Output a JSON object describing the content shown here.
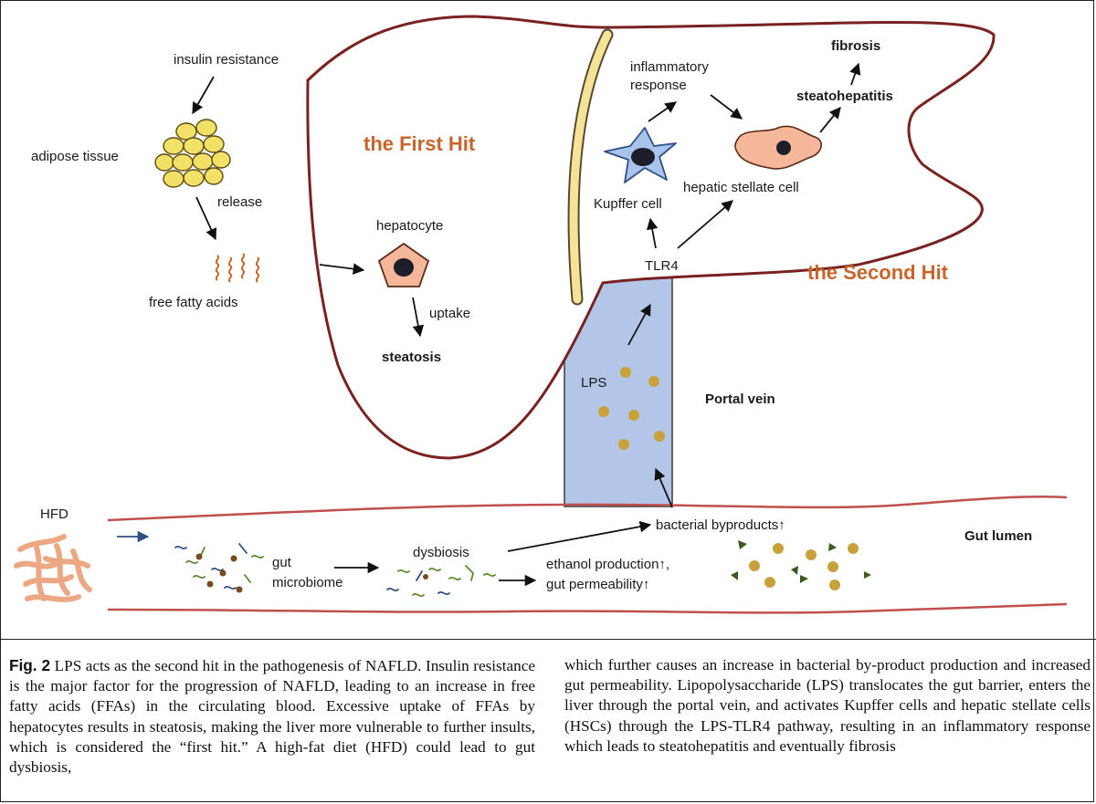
{
  "diagram": {
    "insulin_resistance": "insulin resistance",
    "adipose_tissue": "adipose tissue",
    "release": "release",
    "free_fatty_acids": "free fatty acids",
    "first_hit": "the First Hit",
    "hepatocyte": "hepatocyte",
    "uptake": "uptake",
    "steatosis": "steatosis",
    "inflammatory": "inflammatory",
    "response": "response",
    "fibrosis": "fibrosis",
    "steatohepatitis": "steatohepatitis",
    "kupffer_cell": "Kupffer cell",
    "hepatic_stellate_cell": "hepatic stellate cell",
    "tlr4": "TLR4",
    "second_hit": "the Second Hit",
    "lps": "LPS",
    "portal_vein": "Portal vein",
    "hfd": "HFD",
    "gut": "gut",
    "microbiome": "microbiome",
    "dysbiosis": "dysbiosis",
    "bacterial_byproducts": "bacterial byproducts↑",
    "ethanol_production": "ethanol production↑,",
    "gut_permeability": "gut permeability↑",
    "gut_lumen": "Gut lumen"
  },
  "caption": {
    "label": "Fig. 2",
    "left_text": "LPS acts as the second hit in the pathogenesis of NAFLD. Insulin resistance is the major factor for the progression of NAFLD, leading to an increase in free fatty acids (FFAs) in the circulating blood. Excessive uptake of FFAs by hepatocytes results in steatosis, making the liver more vulnerable to further insults, which is considered the “first hit.” A high-fat diet (HFD) could lead to gut dysbiosis,",
    "right_text": "which further causes an increase in bacterial by-product production and increased gut permeability. Lipopolysaccharide (LPS) translocates the gut barrier, enters the liver through the portal vein, and activates Kupffer cells and hepatic stellate cells (HSCs) through the LPS-TLR4 pathway, resulting in an inflammatory response which leads to steatohepatitis and eventually fibrosis"
  },
  "colors": {
    "liver_outline": "#7a2222",
    "gut_wall": "#c0504d",
    "portal_vein_fill": "#b4c6e7",
    "fat_droplet": "#f2e167",
    "hit_label": "#c8652a",
    "cell_fill": "#f4b79a",
    "kupffer_fill": "#a9c4ea",
    "bacteria_dot": "#c9a13a",
    "ligament": "#f6e39a"
  }
}
